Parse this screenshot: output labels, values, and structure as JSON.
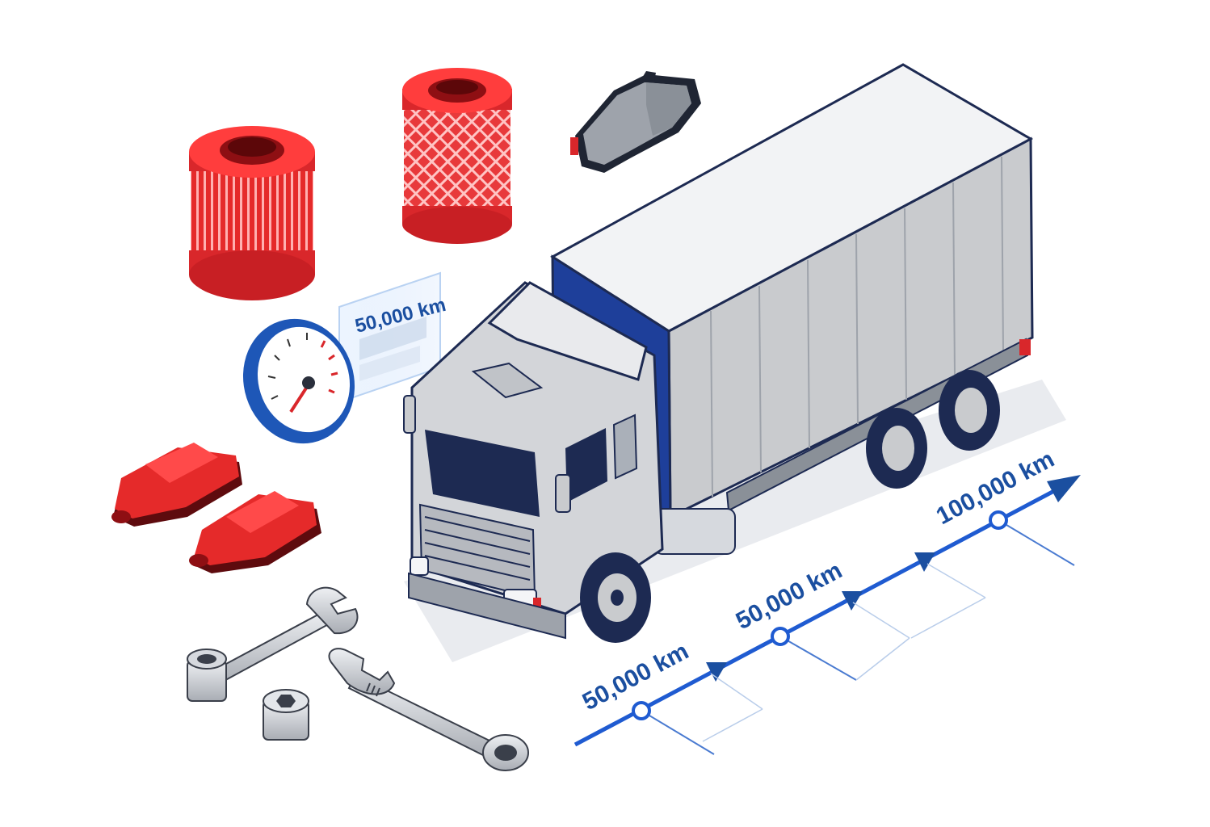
{
  "odometer": {
    "reading": "50,000 km"
  },
  "timeline": {
    "markers": [
      {
        "label": "50,000 km"
      },
      {
        "label": "50,000 km"
      },
      {
        "label": "100,000 km"
      }
    ]
  },
  "colors": {
    "accent_blue": "#1b4fa0",
    "part_red": "#e02b2b",
    "truck_grey": "#c9cbce",
    "navy": "#1d2a52"
  },
  "icons": [
    "oil-filter-icon",
    "air-filter-icon",
    "brake-pad-icon",
    "odometer-icon",
    "red-brake-pads-icon",
    "wrench-icon",
    "socket-icon",
    "adjustable-wrench-icon",
    "truck-icon"
  ]
}
